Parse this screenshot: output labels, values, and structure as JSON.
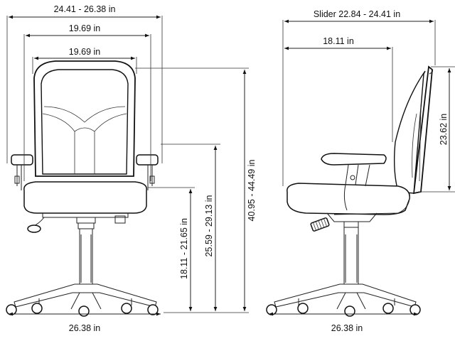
{
  "front_view": {
    "overall_width": "24.41 - 26.38 in",
    "back_width": "19.69 in",
    "seat_width": "19.69 in",
    "overall_height": "40.95 - 44.49 in",
    "arm_height": "25.59 - 29.13 in",
    "seat_height": "18.11 - 21.65 in",
    "base_width": "26.38 in"
  },
  "side_view": {
    "overall_depth": "Slider 22.84 - 24.41 in",
    "seat_depth": "18.11 in",
    "back_height": "23.62 in",
    "base_width": "26.38 in"
  },
  "colors": {
    "line": "#111111",
    "background": "#ffffff"
  }
}
